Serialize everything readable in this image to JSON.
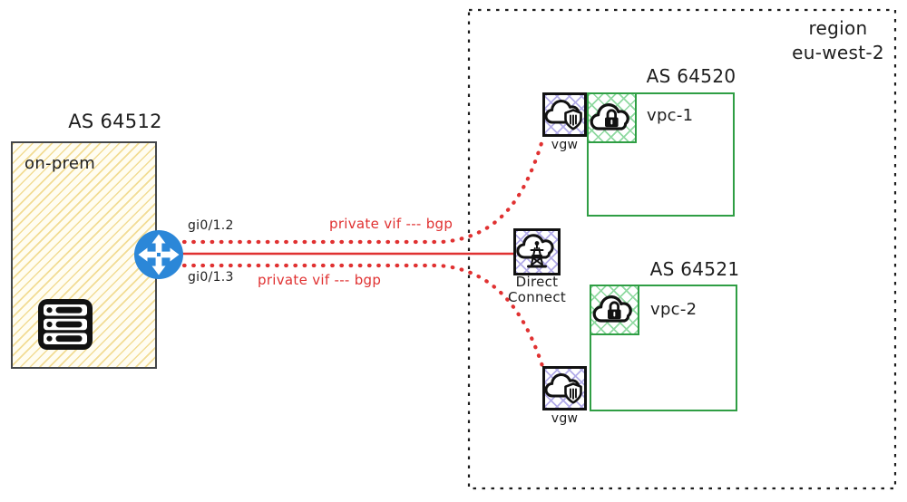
{
  "onprem": {
    "as_label": "AS 64512",
    "box_label": "on-prem"
  },
  "router": {
    "interface_top": "gi0/1.2",
    "interface_bottom": "gi0/1.3"
  },
  "links": {
    "top_vif_label": "private vif --- bgp",
    "bottom_vif_label": "private vif --- bgp"
  },
  "region": {
    "line1": "region",
    "line2": "eu-west-2"
  },
  "direct_connect": {
    "line1": "Direct",
    "line2": "Connect"
  },
  "vgw_top": {
    "label": "vgw"
  },
  "vgw_bottom": {
    "label": "vgw"
  },
  "vpc1": {
    "as_label": "AS 64520",
    "name": "vpc-1"
  },
  "vpc2": {
    "as_label": "AS 64521",
    "name": "vpc-2"
  },
  "colors": {
    "red": "#e03131",
    "green": "#2f9e44",
    "lavender_hatch": "#b3ace8",
    "green_hatch": "#8fd9a0",
    "yellow_hatch": "#f2dc94",
    "router_blue": "#2b87d8",
    "ink": "#1e1e1e"
  },
  "icons": {
    "router": "router-icon",
    "server": "server-rack-icon",
    "vgw": "cloud-shield-icon",
    "vpc": "cloud-lock-icon",
    "direct_connect": "cloud-tower-icon"
  }
}
